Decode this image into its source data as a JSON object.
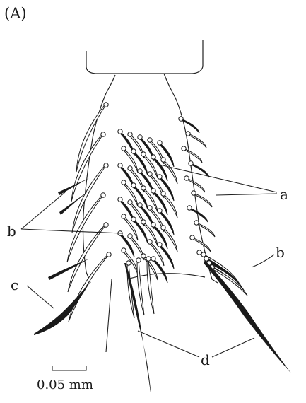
{
  "figure": {
    "panel_label": "(A)",
    "labels": {
      "a": "a",
      "b_left": "b",
      "b_right": "b",
      "c": "c",
      "d": "d"
    },
    "scale_bar": {
      "label": "0.05 mm"
    },
    "colors": {
      "ink": "#1a1a1a",
      "background": "#ffffff"
    }
  }
}
